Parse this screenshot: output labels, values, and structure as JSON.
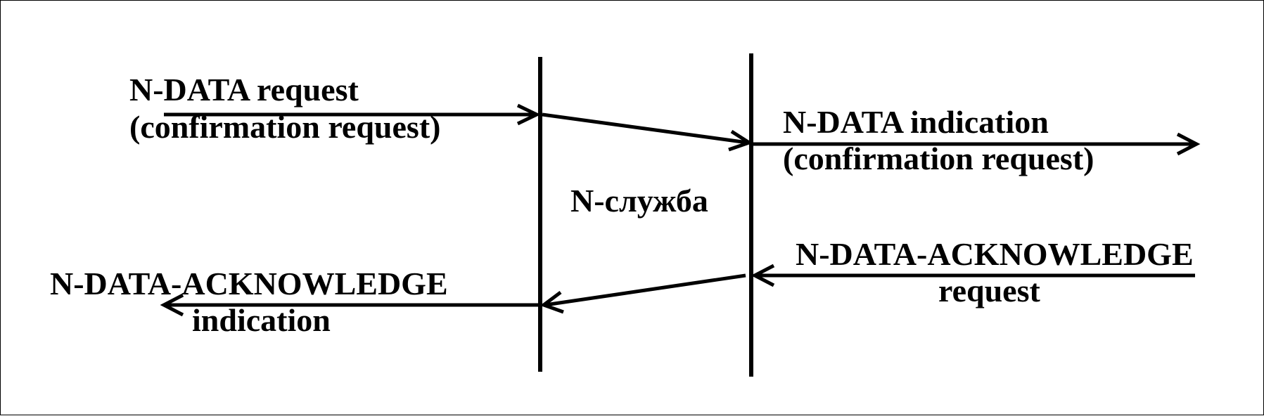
{
  "colors": {
    "line": "#000000",
    "background": "#ffffff"
  },
  "labels": {
    "request_line1": "N-DATA request",
    "request_line2": "(confirmation request)",
    "indication_line1": "N-DATA indication",
    "indication_line2": "(confirmation request)",
    "service": "N-служба",
    "ack_request_line1": "N-DATA-ACKNOWLEDGE",
    "ack_request_line2": "request",
    "ack_indication_line1": "N-DATA-ACKNOWLEDGE",
    "ack_indication_line2": "indication"
  }
}
